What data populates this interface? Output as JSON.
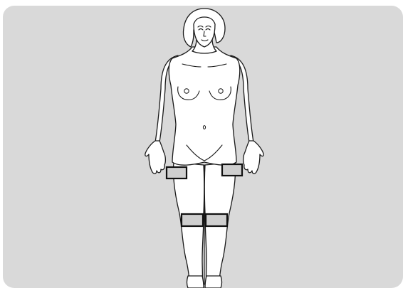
{
  "diagram": {
    "background_color": "#d9d9d9",
    "figure_fill": "#ffffff",
    "outline_color": "#1a1a1a",
    "marker_fill": "#cfcfcf",
    "marker_stroke": "#111111",
    "markers": [
      {
        "id": "right-upper-thigh"
      },
      {
        "id": "left-upper-thigh"
      },
      {
        "id": "right-knee"
      },
      {
        "id": "left-knee"
      }
    ]
  }
}
